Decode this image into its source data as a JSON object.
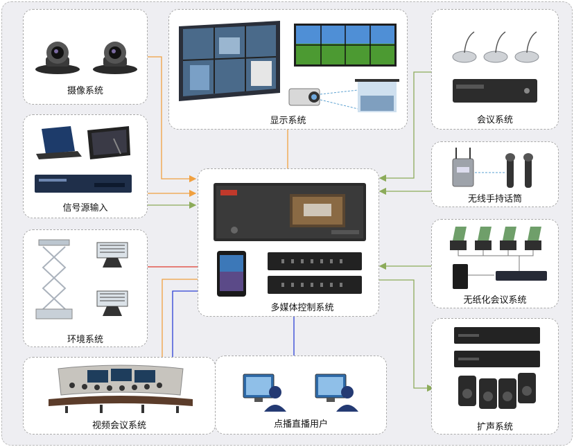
{
  "title": "",
  "nodes": {
    "camera": "摄像系统",
    "display": "显示系统",
    "conference": "会议系统",
    "signal_source": "信号源输入",
    "wireless_mic": "无线手持话筒",
    "control": "多媒体控制系统",
    "paperless": "无纸化会议系统",
    "environment": "环境系统",
    "video_conference": "视频会议系统",
    "vod_users": "点播直播用户",
    "pa": "扩声系统"
  },
  "connection_colors": {
    "orange": "#f0a040",
    "green": "#8cab5a",
    "red": "#e03a2e",
    "blue": "#2b3fd6"
  },
  "connections": [
    {
      "from": "camera",
      "to": "control",
      "color": "orange"
    },
    {
      "from": "signal_source",
      "to": "control",
      "color": "orange"
    },
    {
      "from": "signal_source",
      "to": "control",
      "color": "green"
    },
    {
      "from": "control",
      "to": "display",
      "color": "orange"
    },
    {
      "from": "conference",
      "to": "control",
      "color": "green"
    },
    {
      "from": "wireless_mic",
      "to": "control",
      "color": "green"
    },
    {
      "from": "paperless",
      "to": "control",
      "color": "green"
    },
    {
      "from": "control",
      "to": "pa",
      "color": "green"
    },
    {
      "from": "control",
      "to": "environment",
      "color": "red"
    },
    {
      "from": "control",
      "to": "video_conference",
      "color": "orange"
    },
    {
      "from": "control",
      "to": "video_conference",
      "color": "blue"
    },
    {
      "from": "control",
      "to": "vod_users",
      "color": "blue"
    }
  ]
}
